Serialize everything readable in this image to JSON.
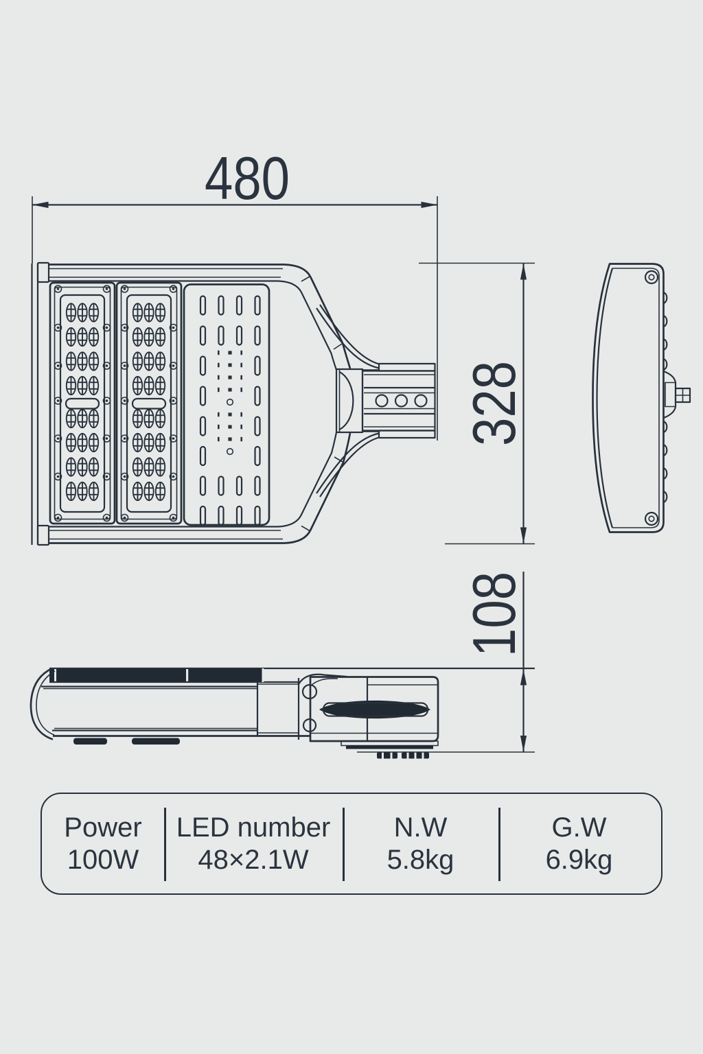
{
  "drawing": {
    "dimensions": {
      "width": "480",
      "height": "328",
      "depth": "108"
    }
  },
  "spec_table": {
    "columns": [
      {
        "label": "Power",
        "value": "100W"
      },
      {
        "label": "LED number",
        "value": "48×2.1W"
      },
      {
        "label": "N.W",
        "value": "5.8kg"
      },
      {
        "label": "G.W",
        "value": "6.9kg"
      }
    ]
  },
  "colors": {
    "background": "#e8eaea",
    "line": "#28313b",
    "dark_fill": "#212a33",
    "text": "#2b343e"
  }
}
